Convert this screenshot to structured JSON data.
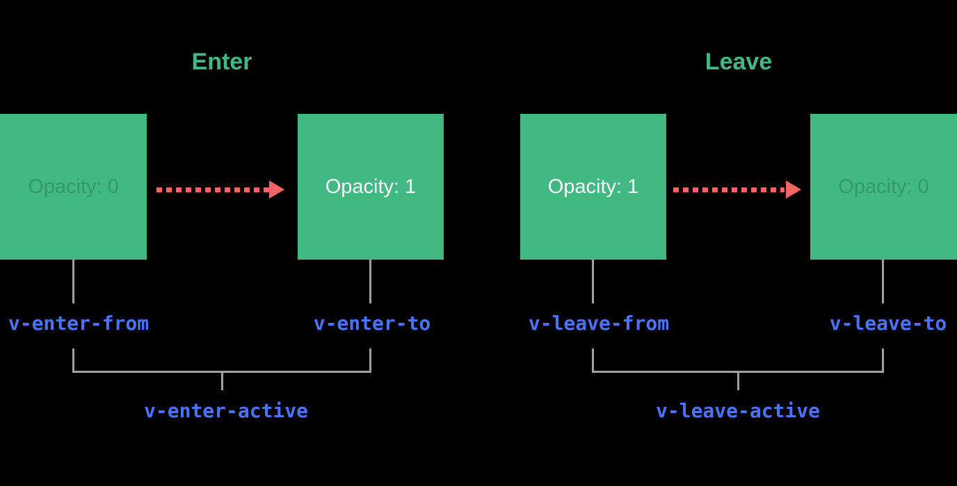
{
  "colors": {
    "background": "#000000",
    "box_green": "#42b883",
    "title_green": "#42b883",
    "label_blue": "#4b73f2",
    "arrow_red": "#f66565",
    "line_gray": "#a0a0a0",
    "box_text_white": "#ffffff",
    "box_text_faint": "rgba(0,0,0,0.18)"
  },
  "icons": {
    "enter_transition_arrow": "dashed-arrow-right",
    "leave_transition_arrow": "dashed-arrow-right"
  },
  "sections": {
    "enter": {
      "title": "Enter",
      "from_box_label": "Opacity: 0",
      "to_box_label": "Opacity: 1",
      "from_class": "v-enter-from",
      "to_class": "v-enter-to",
      "active_class": "v-enter-active"
    },
    "leave": {
      "title": "Leave",
      "from_box_label": "Opacity: 1",
      "to_box_label": "Opacity: 0",
      "from_class": "v-leave-from",
      "to_class": "v-leave-to",
      "active_class": "v-leave-active"
    }
  }
}
